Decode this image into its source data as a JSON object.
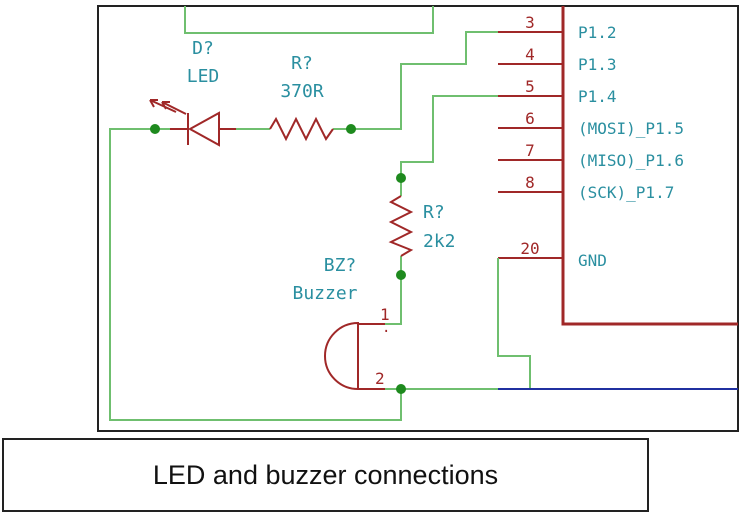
{
  "components": {
    "led": {
      "ref": "D?",
      "value": "LED"
    },
    "resistor_led": {
      "ref": "R?",
      "value": "370R"
    },
    "resistor_buzzer": {
      "ref": "R?",
      "value": "2k2"
    },
    "buzzer": {
      "ref": "BZ?",
      "value": "Buzzer",
      "pin1": "1",
      "pin2": "2"
    }
  },
  "mcu_pins": [
    {
      "num": "3",
      "name": "P1.2"
    },
    {
      "num": "4",
      "name": "P1.3"
    },
    {
      "num": "5",
      "name": "P1.4"
    },
    {
      "num": "6",
      "name": "(MOSI)_P1.5"
    },
    {
      "num": "7",
      "name": "(MISO)_P1.6"
    },
    {
      "num": "8",
      "name": "(SCK)_P1.7"
    },
    {
      "num": "20",
      "name": "GND"
    }
  ],
  "caption": "LED and buzzer connections",
  "colors": {
    "wire": "#6fbf6f",
    "junction": "#1e8a1e",
    "part": "#a02828",
    "label": "#2a8fa0",
    "bus": "#2030a0",
    "frame": "#222222"
  }
}
